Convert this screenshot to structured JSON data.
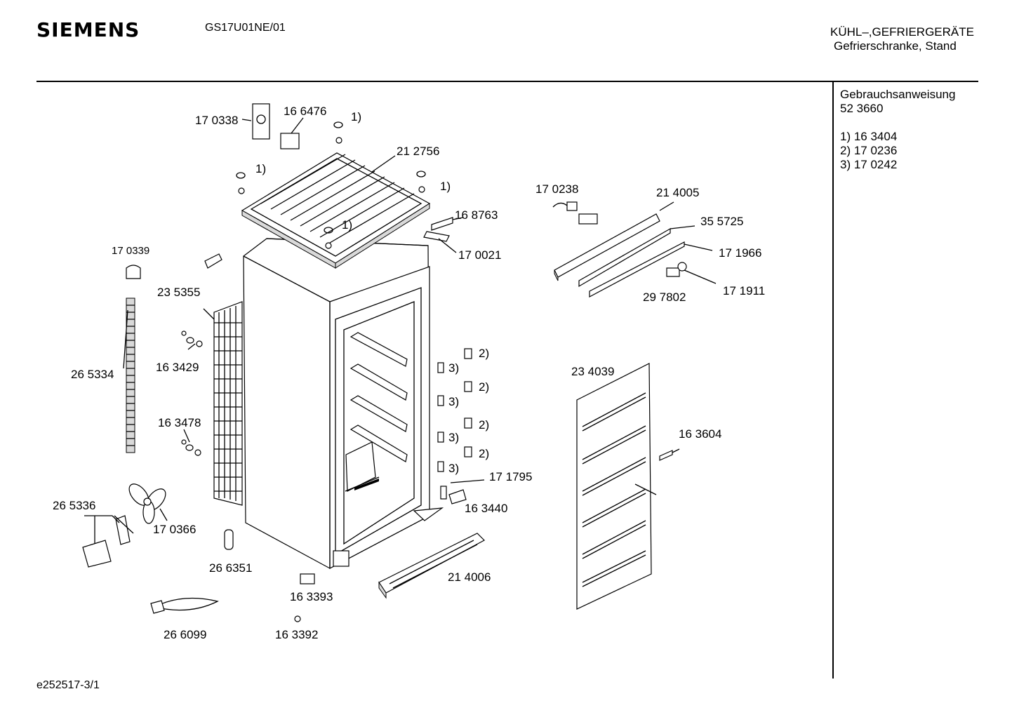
{
  "header": {
    "brand": "SIEMENS",
    "model": "GS17U01NE/01",
    "category": "KÜHL–,GEFRIERGERÄTE",
    "subcategory": "Gefrierschranke, Stand"
  },
  "sidebar": {
    "manual_label": "Gebrauchsanweisung",
    "manual_number": "52 3660",
    "notes": [
      "1) 16  3404",
      "2) 17 0236",
      "3) 17 0242"
    ]
  },
  "parts": {
    "p170338": "17 0338",
    "p166476": "16 6476",
    "n1a": "1)",
    "p212756": "21 2756",
    "n1b": "1)",
    "n1c": "1)",
    "p168763": "16 8763",
    "n1d": "1)",
    "p170339": "17 0339",
    "p170021": "17 0021",
    "p235355": "23 5355",
    "p163429": "16 3429",
    "p265334": "26 5334",
    "p163478": "16 3478",
    "p265336": "26 5336",
    "p170366": "17 0366",
    "p266351": "26 6351",
    "p163393": "16 3393",
    "p266099": "26 6099",
    "p163392": "16 3392",
    "p214006": "21 4006",
    "p163440": "16 3440",
    "p171795": "17 1795",
    "n2a": "2)",
    "n3a": "3)",
    "n2b": "2)",
    "n3b": "3)",
    "n2c": "2)",
    "n3c": "3)",
    "n2d": "2)",
    "n3d": "3)",
    "p170238": "17 0238",
    "p214005": "21 4005",
    "p355725": "35 5725",
    "p171966": "17 1966",
    "p171911": "17 1911",
    "p297802": "29 7802",
    "p234039": "23 4039",
    "p163604": "16 3604"
  },
  "footer": {
    "drawing_id": "e252517-3/1"
  }
}
